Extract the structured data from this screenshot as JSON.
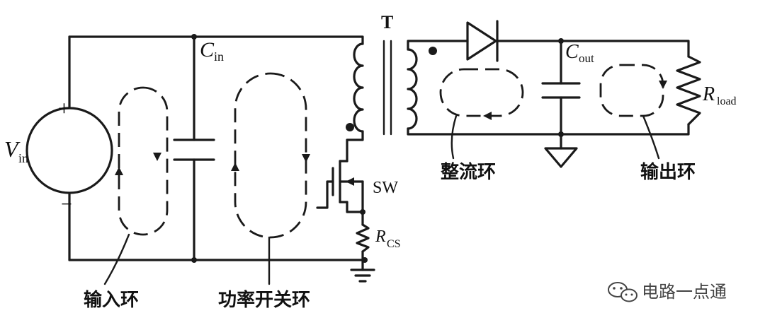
{
  "labels": {
    "vin_main": "V",
    "vin_sub": "in",
    "vin_plus": "+",
    "vin_minus": "−",
    "cin_main": "C",
    "cin_sub": "in",
    "transformer": "T",
    "cout_main": "C",
    "cout_sub": "out",
    "rload_main": "R",
    "rload_sub": "load",
    "switch": "SW",
    "rcs_main": "R",
    "rcs_sub": "CS"
  },
  "loops": {
    "input": "输入环",
    "power_switch": "功率开关环",
    "rectifier": "整流环",
    "output": "输出环"
  },
  "watermark": {
    "text": "电路一点通",
    "icon": "wechat-icon"
  }
}
